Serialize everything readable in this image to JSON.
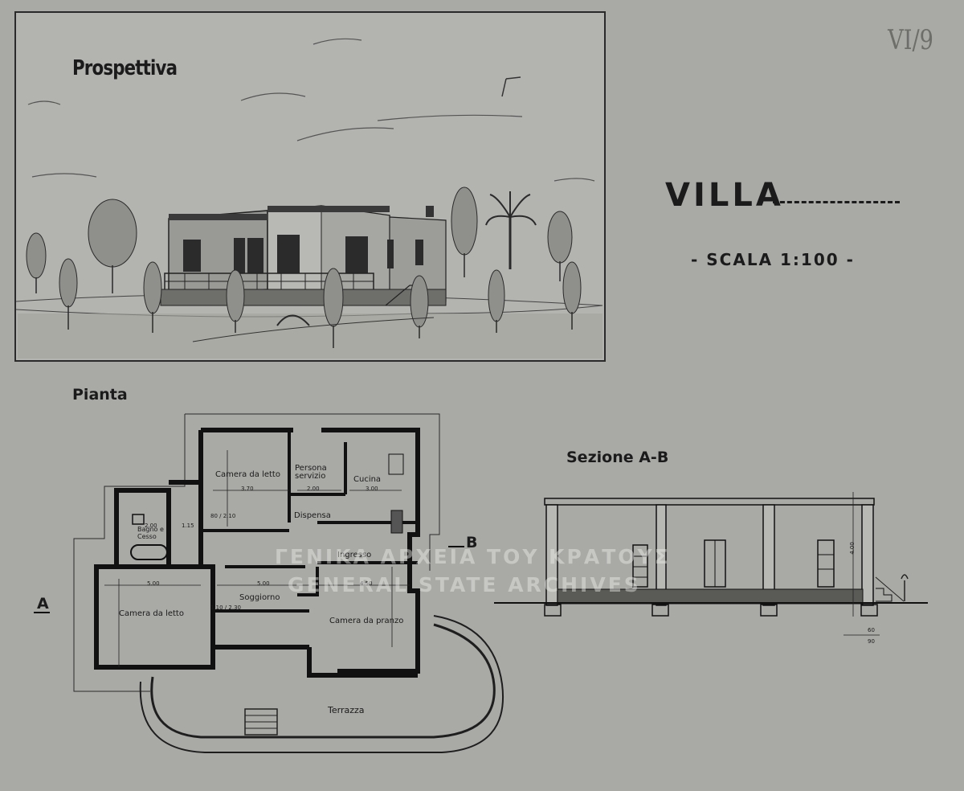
{
  "drawing": {
    "perspective_title": "Prospettiva",
    "plan_title": "Pianta",
    "section_title": "Sezione A-B",
    "villa_title": "VILLA",
    "scale": "- SCALA 1:100 -",
    "sheet_ref": "VI/9",
    "section_mark_a": "A",
    "section_mark_b": "B"
  },
  "rooms": {
    "camera_letto_1": "Camera da letto",
    "persona_servizio": "Persona servizio",
    "cucina": "Cucina",
    "dispensa": "Dispensa",
    "bagno_cesso": "Bagno e Cesso",
    "ingresso": "Ingresso",
    "soggiorno": "Soggiorno",
    "camera_letto_2": "Camera da letto",
    "camera_pranzo": "Camera da pranzo",
    "terrazza": "Terrazza"
  },
  "dimensions": {
    "d_370": "3.70",
    "d_200a": "2.00",
    "d_300": "3.00",
    "d_500a": "5.00",
    "d_500b": "5.00",
    "d_450": "4.50",
    "d_200b": "2.00",
    "d_115": "1.15",
    "d_080_210": "80 / 2.10",
    "d_110_230": "1.10 / 2.30",
    "d_400": "4.00",
    "d_90": "90",
    "d_60": "60"
  },
  "watermark": {
    "line1": "ΓΕΝΙΚΑ ΑΡΧΕΙΑ ΤΟΥ ΚΡΑΤΟΥΣ",
    "line2": "GENERAL STATE ARCHIVES"
  }
}
